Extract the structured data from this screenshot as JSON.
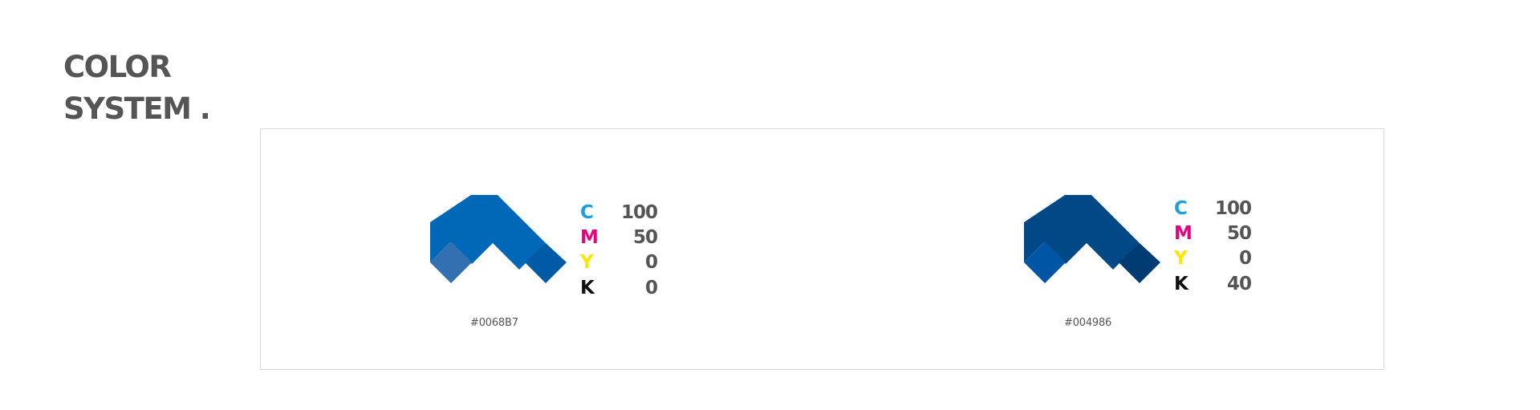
{
  "title": {
    "line1": "COLOR",
    "line2": "SYSTEM ."
  },
  "cmyk_colors": {
    "C": "#1aa0e0",
    "M": "#e4007f",
    "Y": "#ffe600",
    "K": "#111111"
  },
  "swatches": [
    {
      "hex_label": "#0068B7",
      "mark_colors": {
        "main": "#0068b7",
        "left": "#3370b2",
        "right": "#005aa6"
      },
      "cmyk": [
        {
          "letter": "C",
          "value": "100"
        },
        {
          "letter": "M",
          "value": "50"
        },
        {
          "letter": "Y",
          "value": "0"
        },
        {
          "letter": "K",
          "value": "0"
        }
      ]
    },
    {
      "hex_label": "#004986",
      "mark_colors": {
        "main": "#004986",
        "left": "#0055a5",
        "right": "#003c72"
      },
      "cmyk": [
        {
          "letter": "C",
          "value": "100"
        },
        {
          "letter": "M",
          "value": "50"
        },
        {
          "letter": "Y",
          "value": "0"
        },
        {
          "letter": "K",
          "value": "40"
        }
      ]
    }
  ]
}
